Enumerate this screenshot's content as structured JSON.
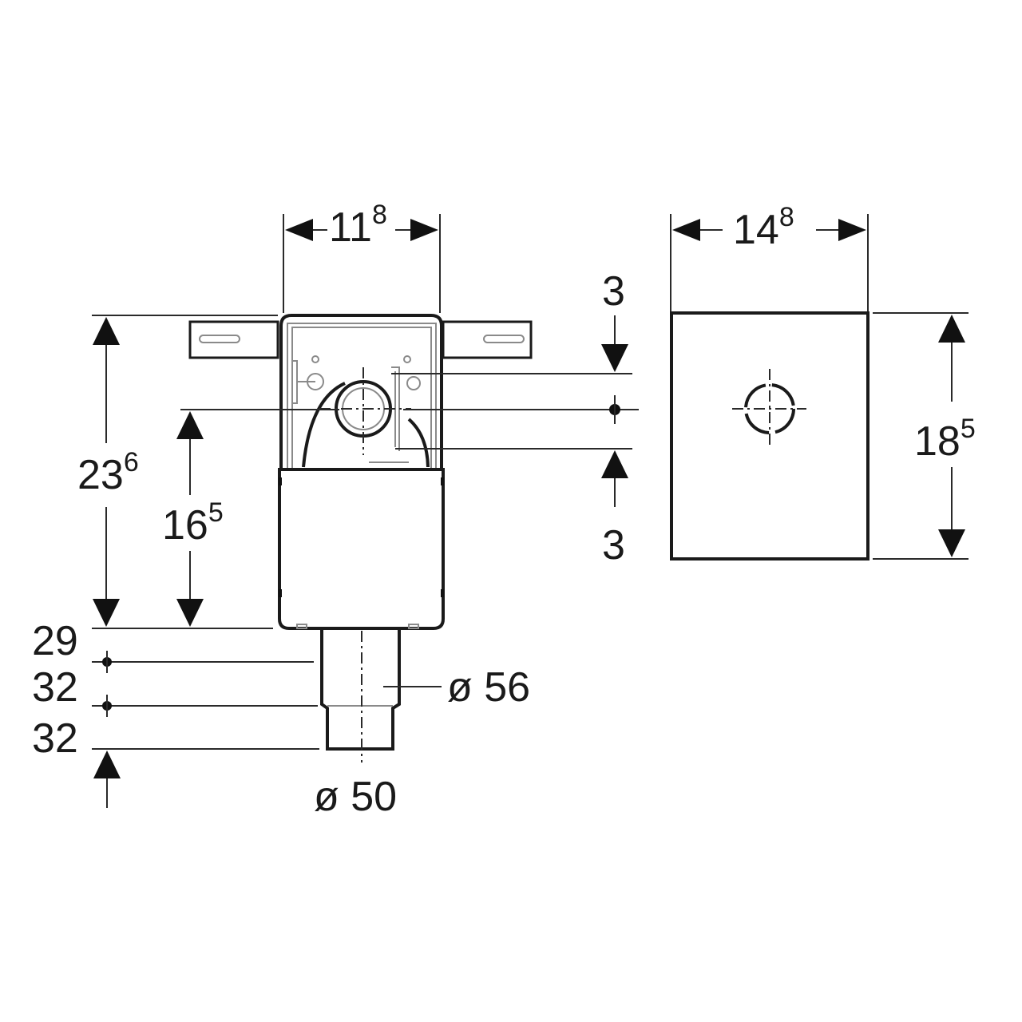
{
  "drawing": {
    "type": "technical dimension drawing",
    "units_note": "",
    "colors": {
      "line": "#1a1a1a",
      "background": "#ffffff",
      "detail": "#8a8a8a"
    }
  },
  "left_view": {
    "width_dim": {
      "main": "11",
      "sup": "8"
    },
    "height_total_dim": {
      "main": "23",
      "sup": "6"
    },
    "height_axis_dim": {
      "main": "16",
      "sup": "5"
    },
    "bottom_stack": [
      "29",
      "32",
      "32"
    ],
    "outlet_upper_diameter": "ø 56",
    "outlet_lower_diameter": "ø 50"
  },
  "right_view": {
    "width_dim": {
      "main": "14",
      "sup": "8"
    },
    "height_dim": {
      "main": "18",
      "sup": "5"
    },
    "offset_top": "3",
    "offset_bottom": "3"
  }
}
